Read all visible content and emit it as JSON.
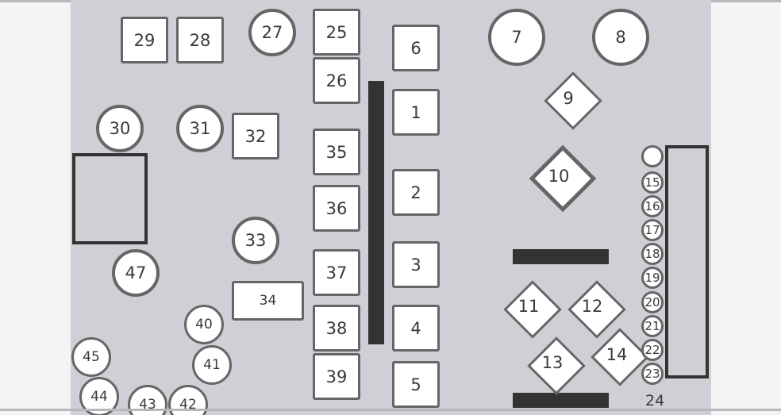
{
  "tables": {
    "t1": "1",
    "t2": "2",
    "t3": "3",
    "t4": "4",
    "t5": "5",
    "t6": "6",
    "t7": "7",
    "t8": "8",
    "t9": "9",
    "t10": "10",
    "t11": "11",
    "t12": "12",
    "t13": "13",
    "t14": "14",
    "t15": "15",
    "t16": "16",
    "t17": "17",
    "t18": "18",
    "t19": "19",
    "t20": "20",
    "t21": "21",
    "t22": "22",
    "t23": "23",
    "t24": "24",
    "t25": "25",
    "t26": "26",
    "t27": "27",
    "t28": "28",
    "t29": "29",
    "t30": "30",
    "t31": "31",
    "t32": "32",
    "t33": "33",
    "t34": "34",
    "t35": "35",
    "t36": "36",
    "t37": "37",
    "t38": "38",
    "t39": "39",
    "t40": "40",
    "t41": "41",
    "t42": "42",
    "t43": "43",
    "t44": "44",
    "t45": "45",
    "t47": "47"
  },
  "colors": {
    "floor": "#cfcfd6",
    "table_fill": "#ffffff",
    "table_border": "#666666",
    "wall": "#333333",
    "background": "#f4f4f5"
  }
}
